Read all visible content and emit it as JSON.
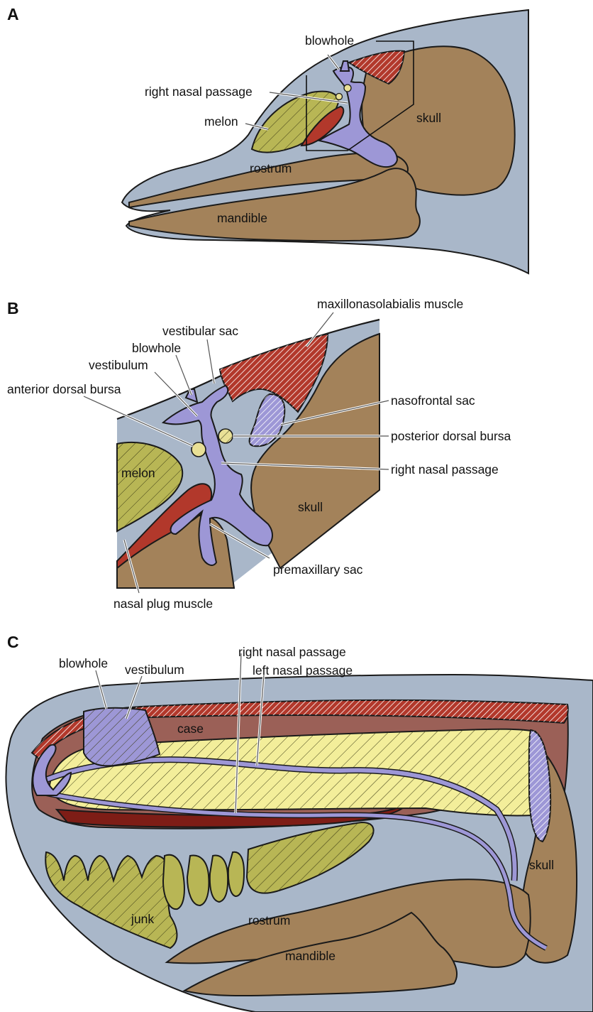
{
  "colors": {
    "background": "#ffffff",
    "soft_tissue": "#a9b7c9",
    "bone": "#a3825a",
    "air_sac": "#9d97d6",
    "melon": "#b8b655",
    "muscle": "#b2382b",
    "bursa": "#e9e096",
    "spermaceti": "#f3ee9a",
    "case": "#9b6057",
    "outline": "#1a1a1a"
  },
  "panels": {
    "a": {
      "label": "A",
      "labels": {
        "blowhole": "blowhole",
        "right_nasal_passage": "right nasal passage",
        "melon": "melon",
        "skull": "skull",
        "rostrum": "rostrum",
        "mandible": "mandible"
      }
    },
    "b": {
      "label": "B",
      "labels": {
        "maxillonasolabialis_muscle": "maxillonasolabialis muscle",
        "vestibular_sac": "vestibular sac",
        "blowhole": "blowhole",
        "vestibulum": "vestibulum",
        "anterior_dorsal_bursa": "anterior dorsal bursa",
        "nasofrontal_sac": "nasofrontal sac",
        "posterior_dorsal_bursa": "posterior dorsal bursa",
        "right_nasal_passage": "right nasal passage",
        "melon": "melon",
        "skull": "skull",
        "premaxillary_sac": "premaxillary sac",
        "nasal_plug_muscle": "nasal plug muscle"
      }
    },
    "c": {
      "label": "C",
      "labels": {
        "blowhole": "blowhole",
        "vestibulum": "vestibulum",
        "right_nasal_passage": "right nasal passage",
        "left_nasal_passage": "left nasal passage",
        "case": "case",
        "skull": "skull",
        "junk": "junk",
        "rostrum": "rostrum",
        "mandible": "mandible"
      }
    }
  }
}
